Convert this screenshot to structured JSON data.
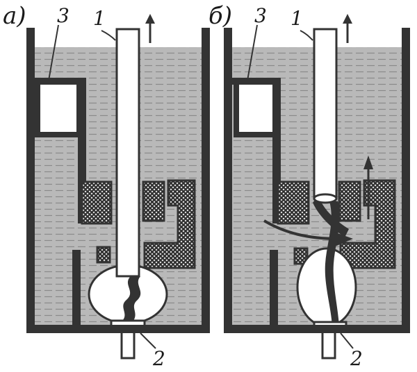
{
  "panels": [
    {
      "id": "a",
      "label": "а)",
      "labels": {
        "tube": "1",
        "bottom": "2",
        "chamber": "3"
      }
    },
    {
      "id": "b",
      "label": "б)",
      "labels": {
        "tube": "1",
        "bottom": "2",
        "chamber": "3"
      }
    }
  ],
  "colors": {
    "ink": "#333333",
    "water": "#b9b9b9",
    "water_line": "#8f8f8f",
    "paper": "#ffffff",
    "hatch": "#2e2e2e"
  }
}
